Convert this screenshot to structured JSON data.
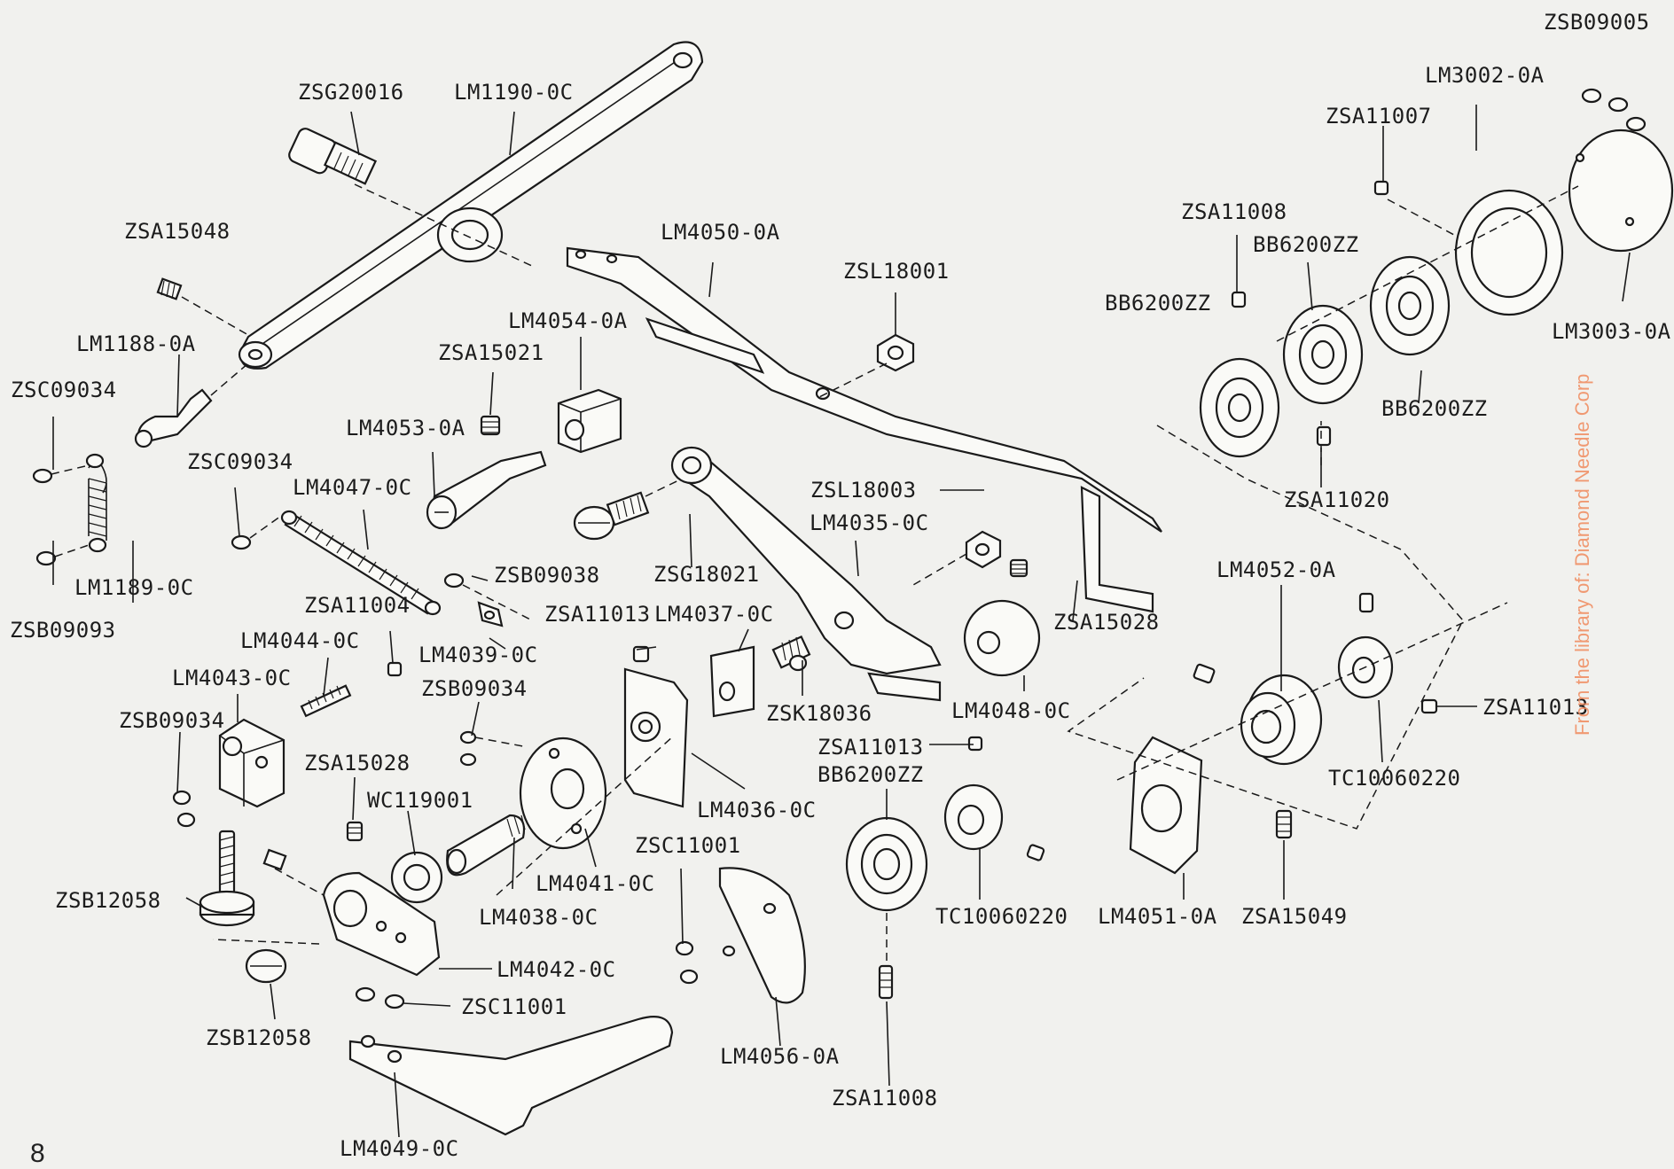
{
  "labels": [
    {
      "id": "zsb09005",
      "text": "ZSB09005"
    },
    {
      "id": "lm3002",
      "text": "LM3002-0A"
    },
    {
      "id": "zsg20016",
      "text": "ZSG20016"
    },
    {
      "id": "lm1190",
      "text": "LM1190-0C"
    },
    {
      "id": "zsa11007",
      "text": "ZSA11007"
    },
    {
      "id": "zsa15048",
      "text": "ZSA15048"
    },
    {
      "id": "lm4050",
      "text": "LM4050-0A"
    },
    {
      "id": "zsa11008a",
      "text": "ZSA11008"
    },
    {
      "id": "bb6200zz-a",
      "text": "BB6200ZZ"
    },
    {
      "id": "zsl18001",
      "text": "ZSL18001"
    },
    {
      "id": "bb6200zz-b",
      "text": "BB6200ZZ"
    },
    {
      "id": "lm4054",
      "text": "LM4054-0A"
    },
    {
      "id": "lm3003",
      "text": "LM3003-0A"
    },
    {
      "id": "lm1188",
      "text": "LM1188-0A"
    },
    {
      "id": "zsa15021",
      "text": "ZSA15021"
    },
    {
      "id": "zsc09034a",
      "text": "ZSC09034"
    },
    {
      "id": "bb6200zz-c",
      "text": "BB6200ZZ"
    },
    {
      "id": "lm4053",
      "text": "LM4053-0A"
    },
    {
      "id": "zsc09034b",
      "text": "ZSC09034"
    },
    {
      "id": "zsl18003",
      "text": "ZSL18003"
    },
    {
      "id": "lm4047",
      "text": "LM4047-0C"
    },
    {
      "id": "zsa11020",
      "text": "ZSA11020"
    },
    {
      "id": "lm4035",
      "text": "LM4035-0C"
    },
    {
      "id": "zsg18021",
      "text": "ZSG18021"
    },
    {
      "id": "zsb09038",
      "text": "ZSB09038"
    },
    {
      "id": "lm4052",
      "text": "LM4052-0A"
    },
    {
      "id": "lm1189",
      "text": "LM1189-0C"
    },
    {
      "id": "zsa11004",
      "text": "ZSA11004"
    },
    {
      "id": "zsa11013a",
      "text": "ZSA11013"
    },
    {
      "id": "lm4037",
      "text": "LM4037-0C"
    },
    {
      "id": "zsa15028a",
      "text": "ZSA15028"
    },
    {
      "id": "zsb09093",
      "text": "ZSB09093"
    },
    {
      "id": "lm4039",
      "text": "LM4039-0C"
    },
    {
      "id": "lm4044",
      "text": "LM4044-0C"
    },
    {
      "id": "zsb09034a",
      "text": "ZSB09034"
    },
    {
      "id": "lm4043",
      "text": "LM4043-0C"
    },
    {
      "id": "zsk18036",
      "text": "ZSK18036"
    },
    {
      "id": "lm4048",
      "text": "LM4048-0C"
    },
    {
      "id": "zsa11013b",
      "text": "ZSA11013"
    },
    {
      "id": "zsb09034b",
      "text": "ZSB09034"
    },
    {
      "id": "zsa11013c",
      "text": "ZSA11013"
    },
    {
      "id": "bb6200zz-d",
      "text": "BB6200ZZ"
    },
    {
      "id": "zsa15028b",
      "text": "ZSA15028"
    },
    {
      "id": "tc10060220a",
      "text": "TC10060220"
    },
    {
      "id": "wc119001",
      "text": "WC119001"
    },
    {
      "id": "lm4036",
      "text": "LM4036-0C"
    },
    {
      "id": "zsc11001a",
      "text": "ZSC11001"
    },
    {
      "id": "lm4041",
      "text": "LM4041-0C"
    },
    {
      "id": "zsb12058a",
      "text": "ZSB12058"
    },
    {
      "id": "lm4038",
      "text": "LM4038-0C"
    },
    {
      "id": "tc10060220b",
      "text": "TC10060220"
    },
    {
      "id": "lm4051",
      "text": "LM4051-0A"
    },
    {
      "id": "zsa15049",
      "text": "ZSA15049"
    },
    {
      "id": "lm4042",
      "text": "LM4042-0C"
    },
    {
      "id": "zsc11001b",
      "text": "ZSC11001"
    },
    {
      "id": "zsb12058b",
      "text": "ZSB12058"
    },
    {
      "id": "lm4056",
      "text": "LM4056-0A"
    },
    {
      "id": "zsa11008b",
      "text": "ZSA11008"
    },
    {
      "id": "lm4049",
      "text": "LM4049-0C"
    }
  ],
  "watermark": "From the library of: Diamond Needle Corp",
  "page_number": "8"
}
